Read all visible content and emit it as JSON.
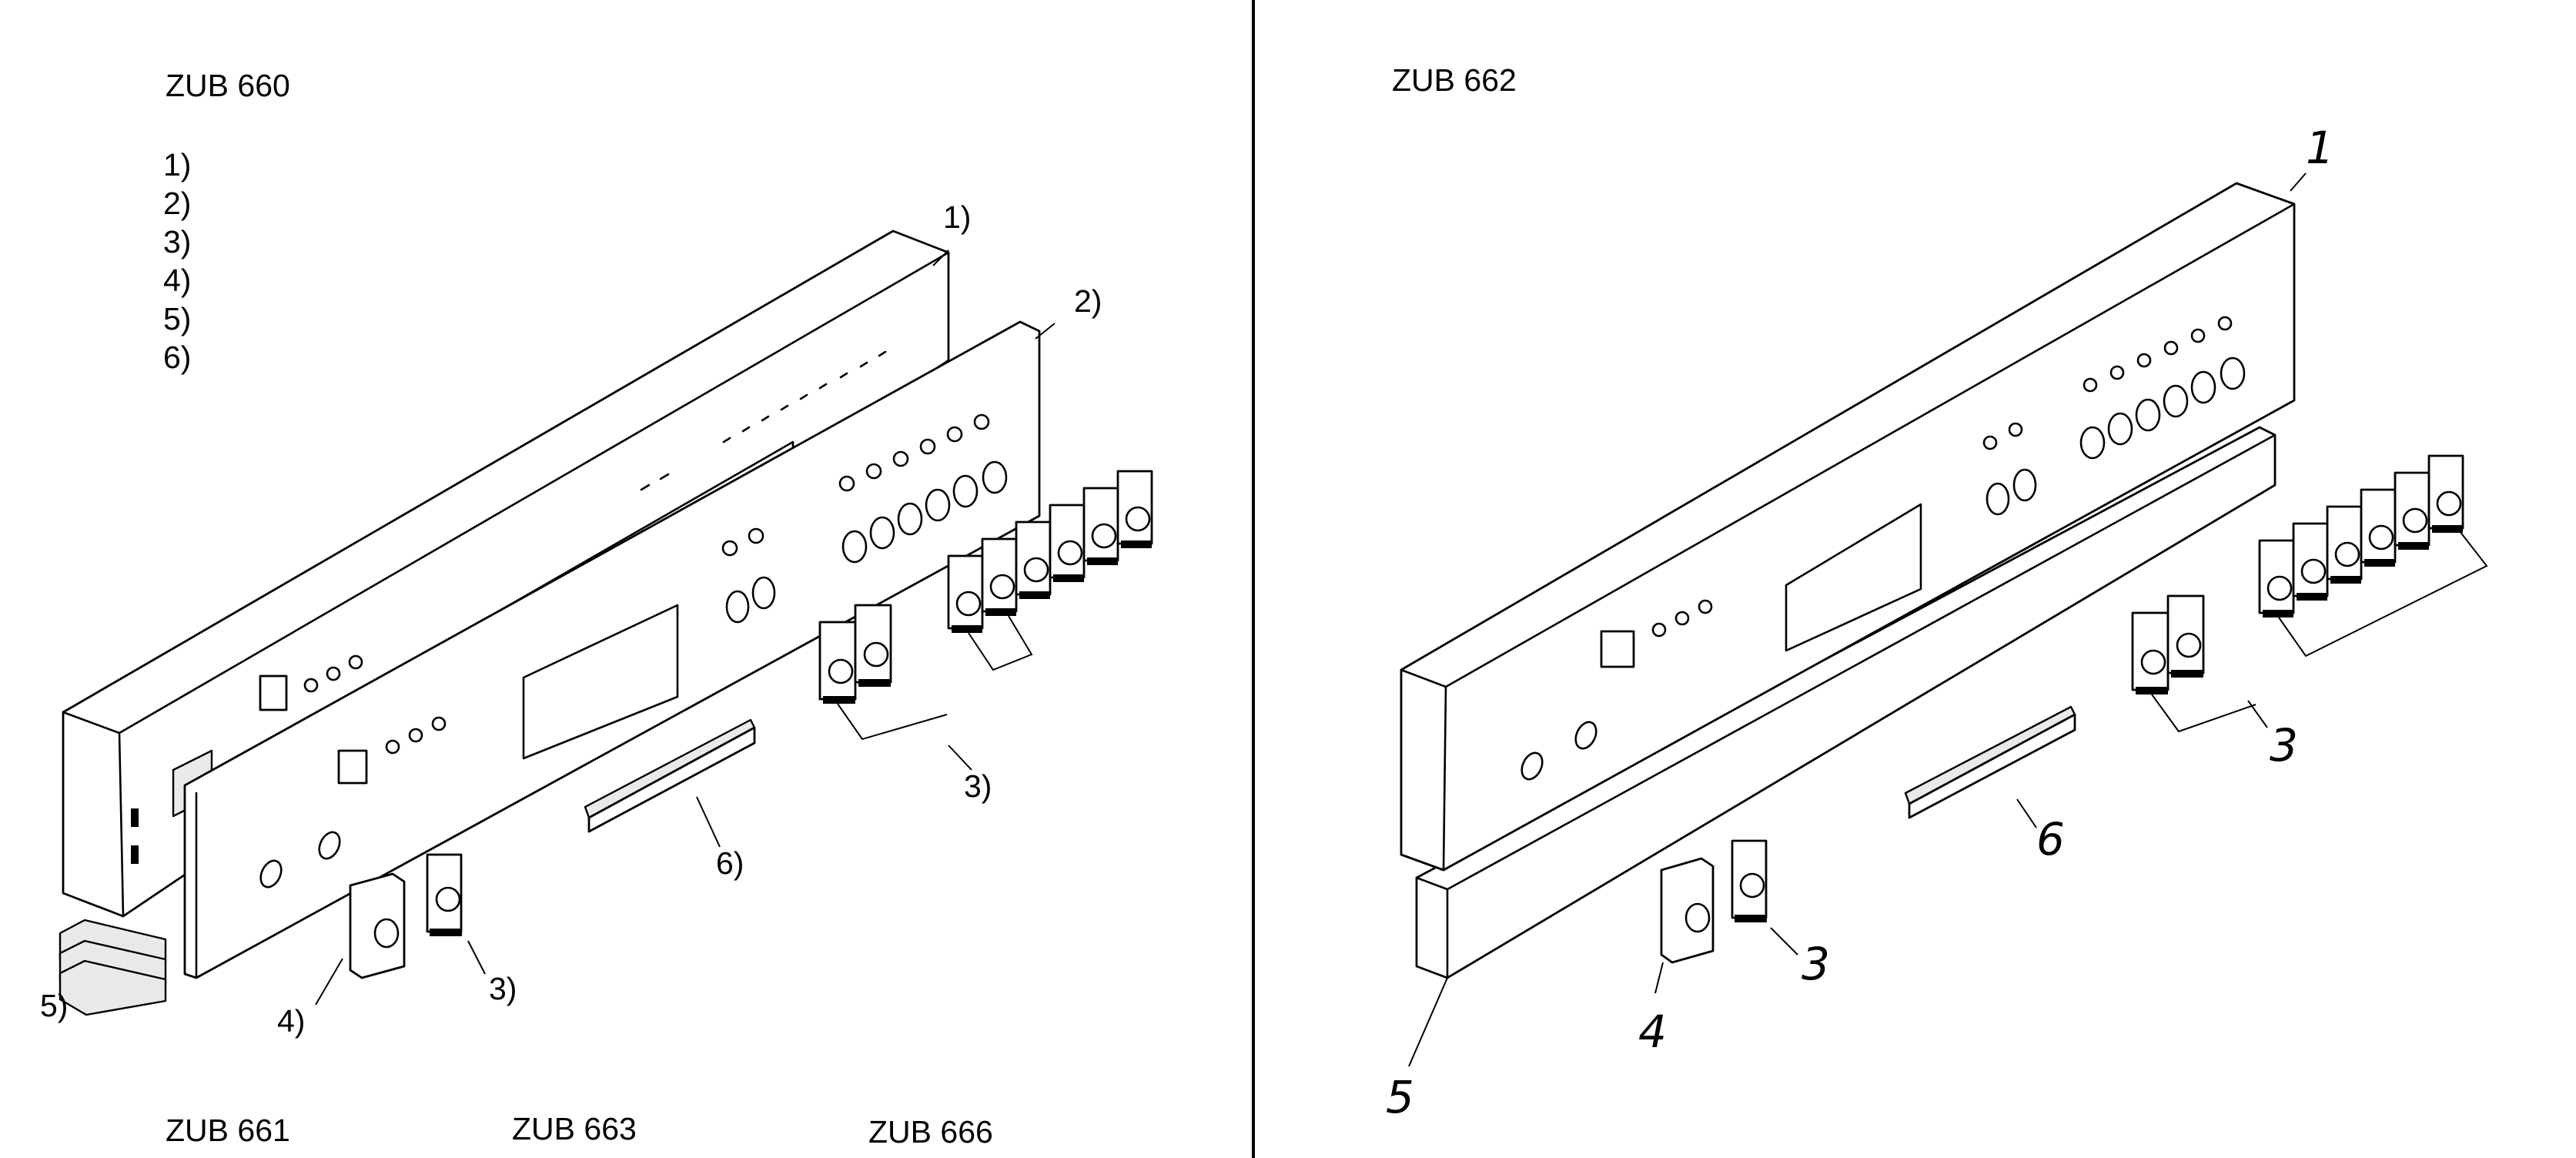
{
  "left": {
    "title": "ZUB 660",
    "list_items": [
      "1)",
      "2)",
      "3)",
      "4)",
      "5)",
      "6)"
    ],
    "callouts": {
      "c1": "1)",
      "c2": "2)",
      "c3a": "3)",
      "c3b": "3)",
      "c4": "4)",
      "c5": "5)",
      "c6": "6)"
    },
    "footer": [
      "ZUB 661",
      "ZUB 663",
      "ZUB 666"
    ]
  },
  "right": {
    "title": "ZUB 662",
    "callouts": {
      "c1": "1",
      "c3a": "3",
      "c3b": "3",
      "c4": "4",
      "c5": "5",
      "c6": "6"
    }
  }
}
